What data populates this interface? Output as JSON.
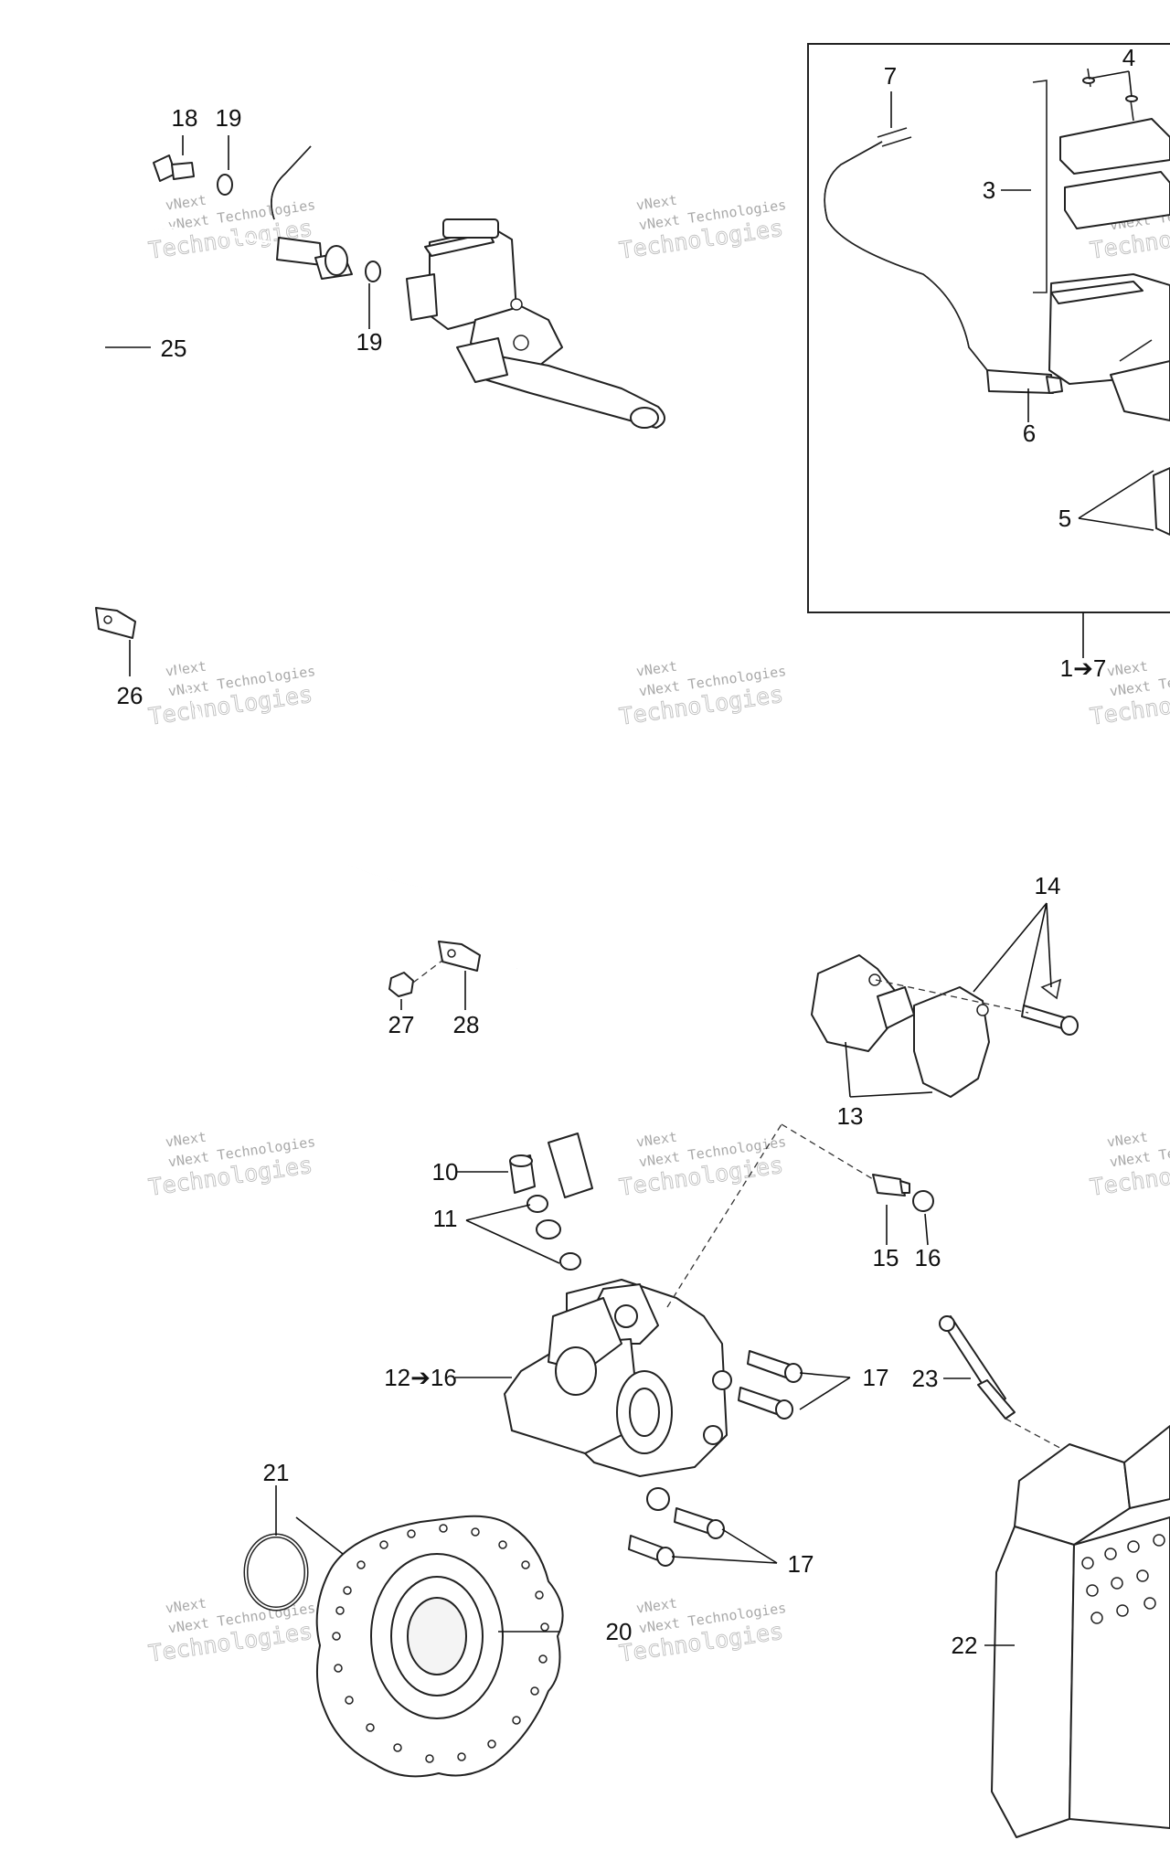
{
  "callouts": [
    {
      "id": "c18",
      "label": "18"
    },
    {
      "id": "c19a",
      "label": "19"
    },
    {
      "id": "c19b",
      "label": "19"
    },
    {
      "id": "c25",
      "label": "25"
    },
    {
      "id": "c26",
      "label": "26"
    },
    {
      "id": "c27",
      "label": "27"
    },
    {
      "id": "c28",
      "label": "28"
    },
    {
      "id": "c10",
      "label": "10"
    },
    {
      "id": "c11",
      "label": "11"
    },
    {
      "id": "c12",
      "label": "12➔16"
    },
    {
      "id": "c21",
      "label": "21"
    },
    {
      "id": "c20",
      "label": "20"
    },
    {
      "id": "c17a",
      "label": "17"
    },
    {
      "id": "c17b",
      "label": "17"
    },
    {
      "id": "c23",
      "label": "23"
    },
    {
      "id": "c22",
      "label": "22"
    },
    {
      "id": "c15",
      "label": "15"
    },
    {
      "id": "c16",
      "label": "16"
    },
    {
      "id": "c13",
      "label": "13"
    },
    {
      "id": "c14",
      "label": "14"
    },
    {
      "id": "c7",
      "label": "7"
    },
    {
      "id": "c4",
      "label": "4"
    },
    {
      "id": "c3",
      "label": "3"
    },
    {
      "id": "c6",
      "label": "6"
    },
    {
      "id": "c5",
      "label": "5"
    },
    {
      "id": "c1",
      "label": "1➔7"
    }
  ],
  "watermark": {
    "line1": "vNext Technologies",
    "line2": "Technologies",
    "arc": "vNext"
  }
}
